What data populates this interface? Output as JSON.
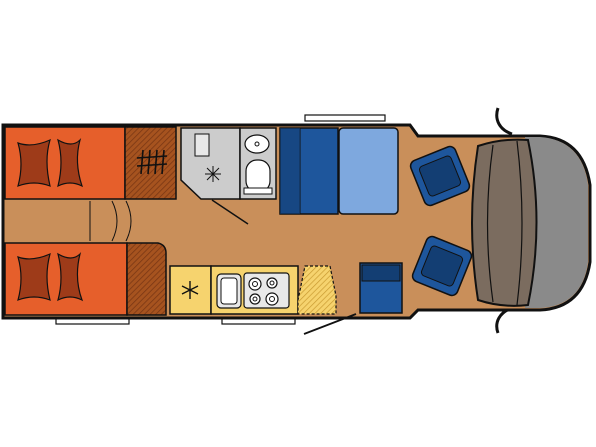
{
  "floorplan": {
    "view": "top-down",
    "vehicle": "motorhome",
    "zones": [
      "rear-bed-upper",
      "rear-bed-lower",
      "bathroom",
      "wardrobe",
      "side-bench",
      "dinette-table",
      "kitchen",
      "fridge",
      "swivel-seat",
      "cab-seat-left",
      "cab-seat-right",
      "dashboard"
    ],
    "icons": [
      "snowflake-icon",
      "shower-icon",
      "stove-burner-icon",
      "sink-icon",
      "toilet-icon",
      "wash-basin-icon"
    ],
    "colors": {
      "floor": "#C98F5A",
      "bed": "#E65F2B",
      "bed_pillow": "#9E3B19",
      "blue_seat": "#1E569C",
      "blue_seat_dark": "#133E73",
      "table": "#7EA8DE",
      "kitchen": "#F6D36E",
      "bathroom": "#CCCCCC",
      "dashboard": "#8A8A8A",
      "cab_shade": "#7B6C5F",
      "outline": "#111111"
    }
  }
}
